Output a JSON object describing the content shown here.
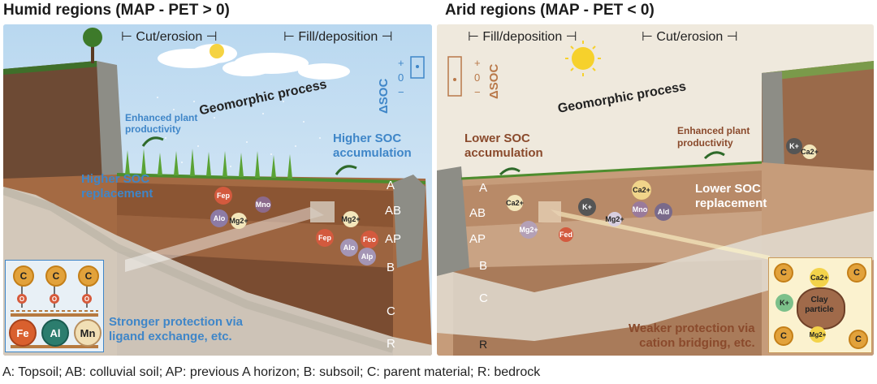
{
  "left_panel": {
    "title": "Humid regions (MAP - PET > 0)",
    "cut_label": "Cut/erosion",
    "fill_label": "Fill/deposition",
    "process_label": "Geomorphic process",
    "enhanced_label": "Enhanced plant productivity",
    "enhanced_line1": "Enhanced plant",
    "enhanced_line2": "productivity",
    "soc_replacement_line1": "Higher SOC",
    "soc_replacement_line2": "replacement",
    "soc_accum_line1": "Higher SOC",
    "soc_accum_line2": "accumulation",
    "dsoc_label": "ΔSOC",
    "dsoc_plus": "+",
    "dsoc_zero": "0",
    "dsoc_minus": "−",
    "horizons": [
      "A",
      "AB",
      "AP",
      "B",
      "C",
      "R"
    ],
    "protection_line1": "Stronger protection via",
    "protection_line2": "ligand exchange, etc.",
    "inset_c": "C",
    "inset_o": "O",
    "inset_metals": [
      "Fe",
      "Al",
      "Mn"
    ],
    "ions": [
      "Fep",
      "Mno",
      "Alo",
      "Mg2+",
      "Mg2+",
      "Fep",
      "Feo",
      "Alo",
      "Alp"
    ],
    "accent": "#3f86c8"
  },
  "right_panel": {
    "title": "Arid regions (MAP - PET < 0)",
    "fill_label": "Fill/deposition",
    "cut_label": "Cut/erosion",
    "process_label": "Geomorphic process",
    "enhanced_line1": "Enhanced plant",
    "enhanced_line2": "productivity",
    "soc_accum_line1": "Lower SOC",
    "soc_accum_line2": "accumulation",
    "soc_replacement_line1": "Lower SOC",
    "soc_replacement_line2": "replacement",
    "dsoc_label": "ΔSOC",
    "dsoc_plus": "+",
    "dsoc_zero": "0",
    "dsoc_minus": "−",
    "horizons": [
      "A",
      "AB",
      "AP",
      "B",
      "C",
      "R"
    ],
    "protection_line1": "Weaker protection via",
    "protection_line2": "cation bridging, etc.",
    "clay_line1": "Clay",
    "clay_line2": "particle",
    "ions": [
      "Ca2+",
      "K+",
      "Ca2+",
      "Mg2+",
      "Mno",
      "Ald",
      "Fed",
      "Mg2+",
      "K+",
      "Ca2+"
    ],
    "accent": "#8a4a2c"
  },
  "footer": "A: Topsoil; AB: colluvial soil; AP: previous A horizon; B: subsoil; C: parent material; R: bedrock"
}
